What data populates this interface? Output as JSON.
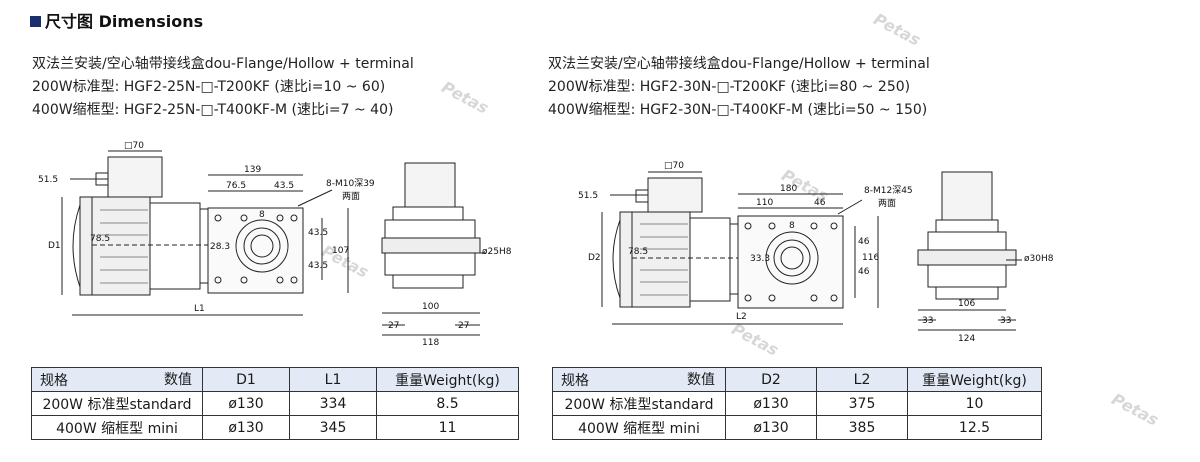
{
  "header": {
    "title": "尺寸图 Dimensions"
  },
  "watermark": "Petas",
  "left": {
    "spec_lines": [
      "双法兰安装/空心轴带接线盒dou-Flange/Hollow + terminal",
      "200W标准型: HGF2-25N-□-T200KF  (速比i=10 ~ 60)",
      "400W缩框型: HGF2-25N-□-T400KF-M  (速比i=7 ~ 40)"
    ],
    "dims": {
      "terminal": "□70",
      "d515": "51.5",
      "d785": "78.5",
      "d1": "D1",
      "l1": "L1",
      "d139": "139",
      "d765": "76.5",
      "d435a": "43.5",
      "bolt": "8-M10深39",
      "bolt2": "两面",
      "d8": "8",
      "d283": "28.3",
      "d435b": "43.5",
      "d435c": "43.5",
      "d107": "107",
      "shaft": "ø25H8",
      "d100": "100",
      "d27a": "27",
      "d27b": "27",
      "d118": "118"
    },
    "table": {
      "corner_top": "数值",
      "corner_bottom": "规格",
      "headers": [
        "D1",
        "L1",
        "重量Weight(kg)"
      ],
      "rows": [
        [
          "200W 标准型standard",
          "ø130",
          "334",
          "8.5"
        ],
        [
          "400W 缩框型 mini",
          "ø130",
          "345",
          "11"
        ]
      ]
    }
  },
  "right": {
    "spec_lines": [
      "双法兰安装/空心轴带接线盒dou-Flange/Hollow + terminal",
      "200W标准型: HGF2-30N-□-T200KF  (速比i=80 ~ 250)",
      "400W缩框型: HGF2-30N-□-T400KF-M  (速比i=50 ~ 150)"
    ],
    "dims": {
      "terminal": "□70",
      "d515": "51.5",
      "d785": "78.5",
      "d2": "D2",
      "l2": "L2",
      "d180": "180",
      "d110": "110",
      "d46a": "46",
      "bolt": "8-M12深45",
      "bolt2": "两面",
      "d8": "8",
      "d333": "33.3",
      "d46b": "46",
      "d46c": "46",
      "d116": "116",
      "shaft": "ø30H8",
      "d106": "106",
      "d33a": "33",
      "d33b": "33",
      "d124": "124"
    },
    "table": {
      "corner_top": "数值",
      "corner_bottom": "规格",
      "headers": [
        "D2",
        "L2",
        "重量Weight(kg)"
      ],
      "rows": [
        [
          "200W 标准型standard",
          "ø130",
          "375",
          "10"
        ],
        [
          "400W 缩框型 mini",
          "ø130",
          "385",
          "12.5"
        ]
      ]
    }
  }
}
